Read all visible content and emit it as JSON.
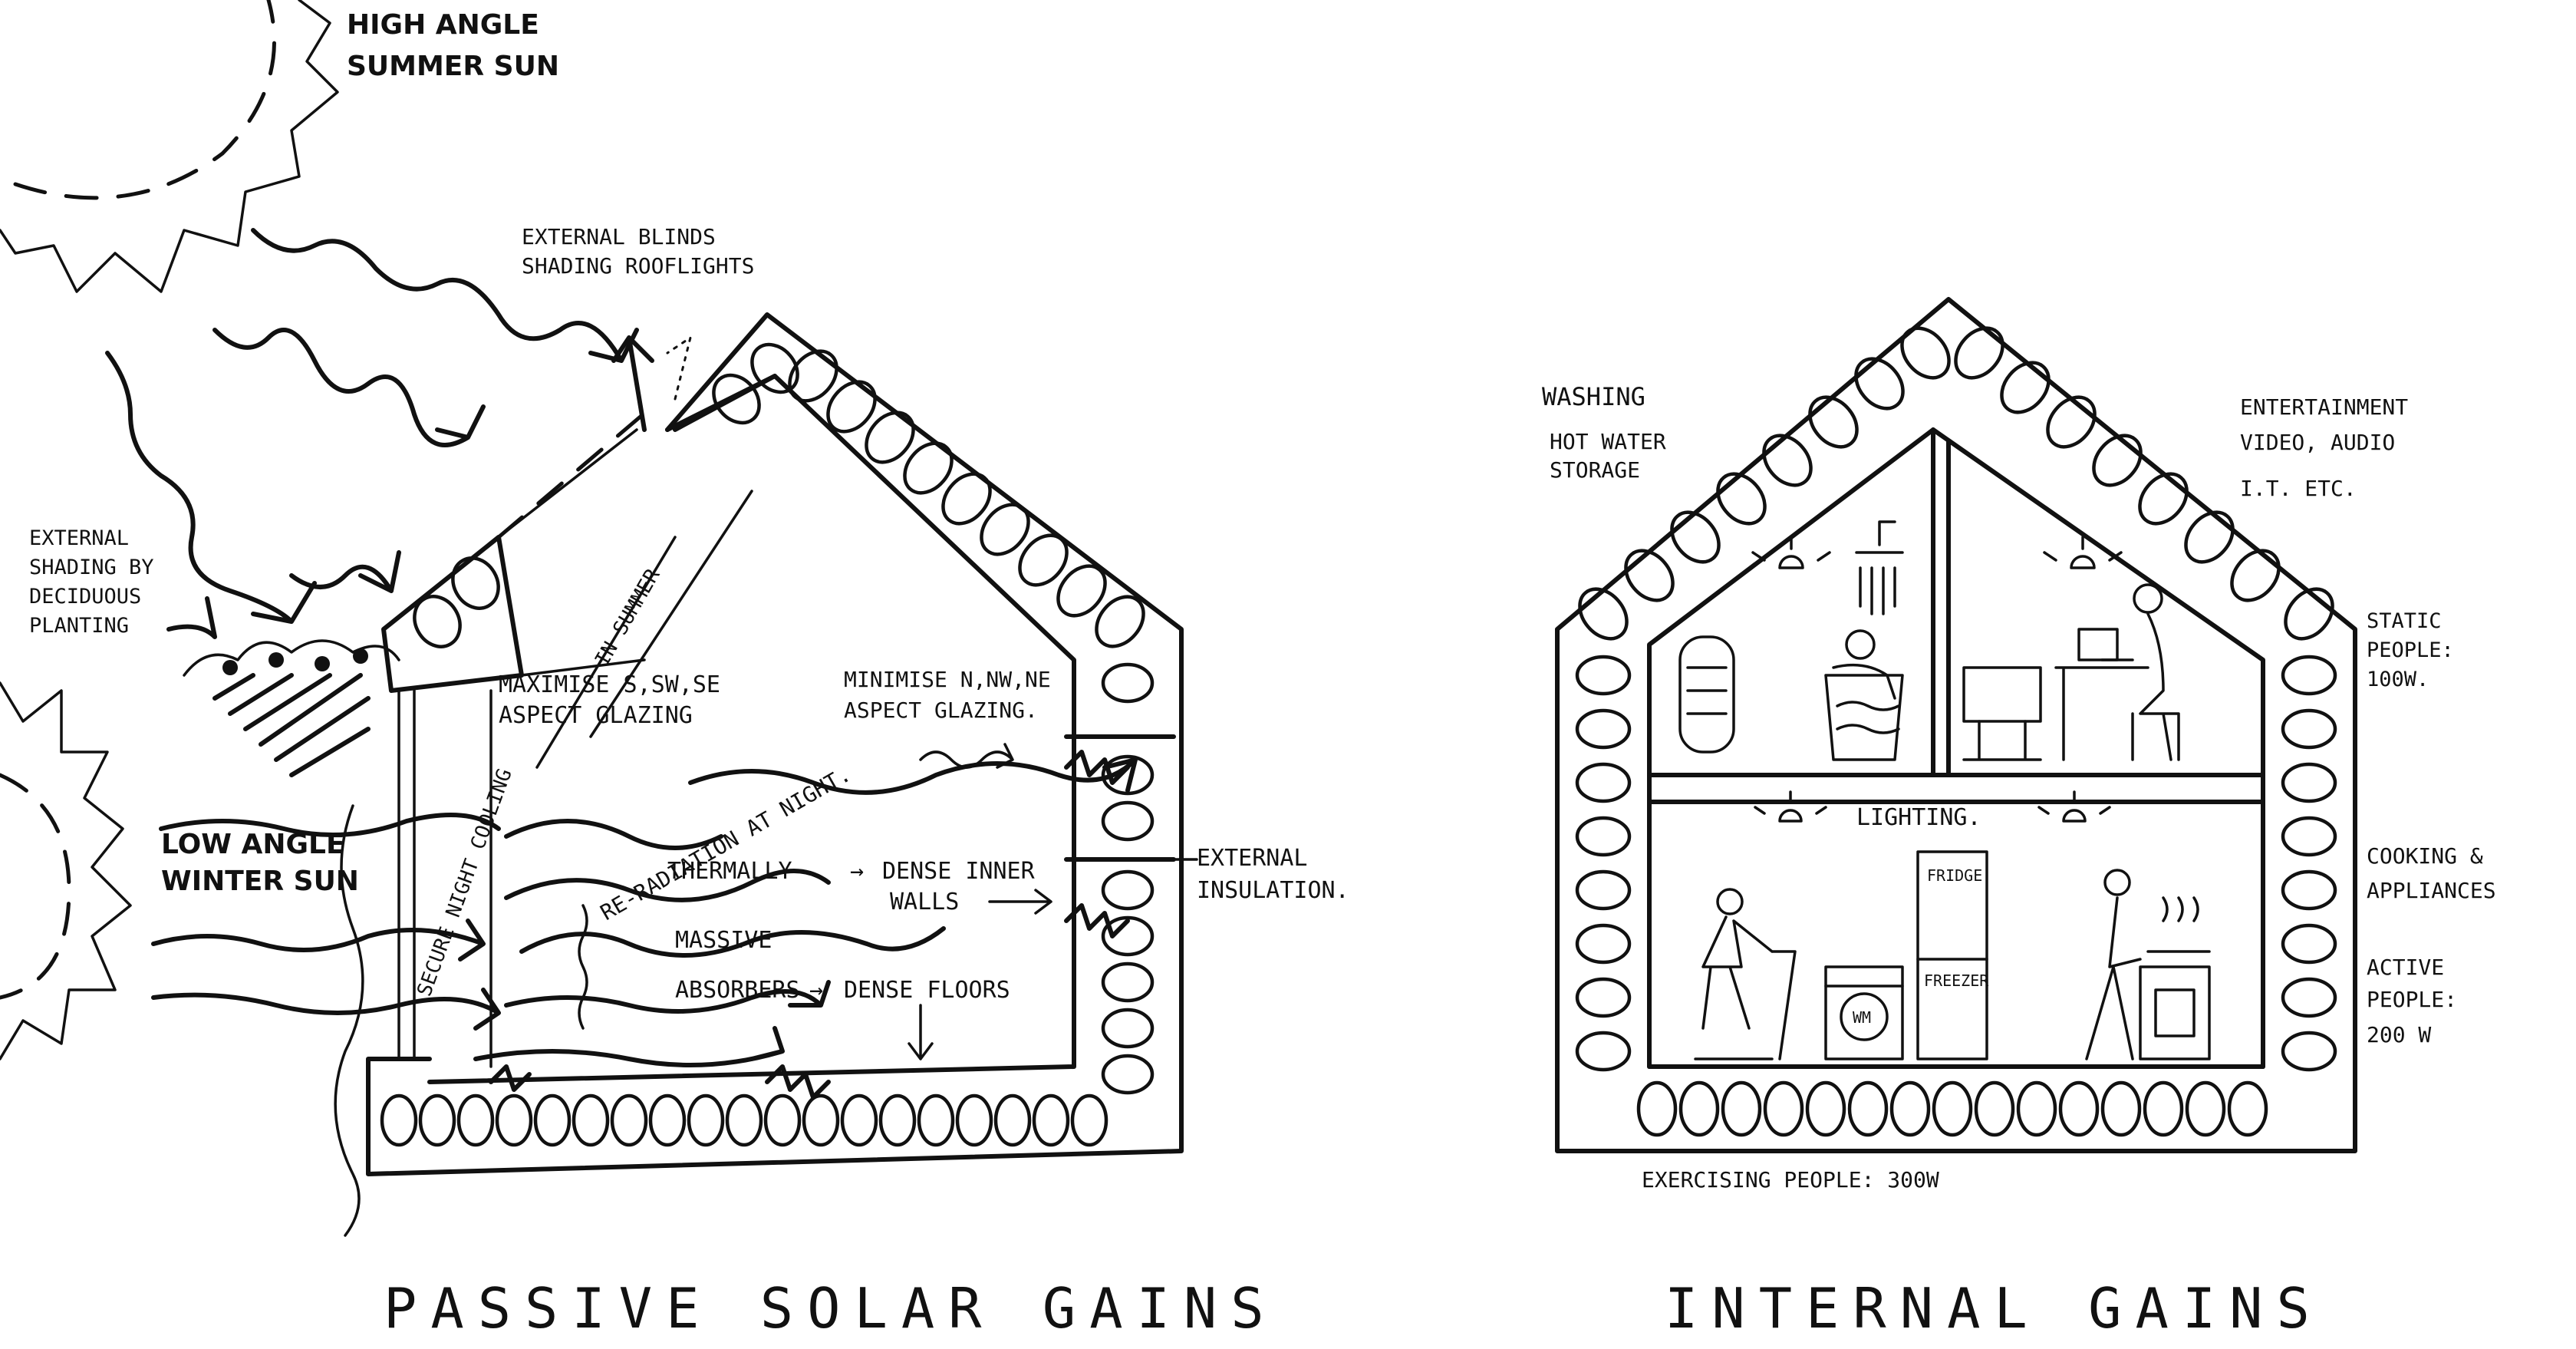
{
  "left_diagram": {
    "title": "PASSIVE SOLAR GAINS",
    "labels": {
      "summer_sun_1": "HIGH ANGLE",
      "summer_sun_2": "SUMMER SUN",
      "blinds_1": "EXTERNAL BLINDS",
      "blinds_2": "SHADING ROOFLIGHTS",
      "shading_1": "EXTERNAL",
      "shading_2": "SHADING BY",
      "shading_3": "DECIDUOUS",
      "shading_4": "PLANTING",
      "winter_sun_1": "LOW ANGLE",
      "winter_sun_2": "WINTER SUN",
      "maximise_1": "MAXIMISE S,SW,SE",
      "maximise_2": "ASPECT GLAZING",
      "minimise_1": "MINIMISE N,NW,NE",
      "minimise_2": "ASPECT GLAZING.",
      "in_summer": "IN SUMMER",
      "night_cooling": "SECURE NIGHT COOLING",
      "reradiation": "RE-RADIATION AT NIGHT.",
      "thermally": "THERMALLY",
      "dense_inner_1": "DENSE INNER",
      "dense_inner_2": "WALLS",
      "massive": "MASSIVE",
      "absorbers": "ABSORBERS",
      "dense_floors": "DENSE FLOORS",
      "ext_insulation_1": "EXTERNAL",
      "ext_insulation_2": "INSULATION."
    }
  },
  "right_diagram": {
    "title": "INTERNAL GAINS",
    "labels": {
      "washing": "WASHING",
      "hot_water_1": "HOT WATER",
      "hot_water_2": "STORAGE",
      "entertainment_1": "ENTERTAINMENT",
      "entertainment_2": "VIDEO, AUDIO",
      "entertainment_3": "I.T. ETC.",
      "static_1": "STATIC",
      "static_2": "PEOPLE:",
      "static_3": "100W.",
      "lighting": "LIGHTING.",
      "fridge": "FRIDGE",
      "freezer": "FREEZER",
      "wm": "WM",
      "cooking_1": "COOKING &",
      "cooking_2": "APPLIANCES",
      "active_1": "ACTIVE",
      "active_2": "PEOPLE:",
      "active_3": "200 W",
      "exercising": "EXERCISING PEOPLE: 300W"
    }
  }
}
